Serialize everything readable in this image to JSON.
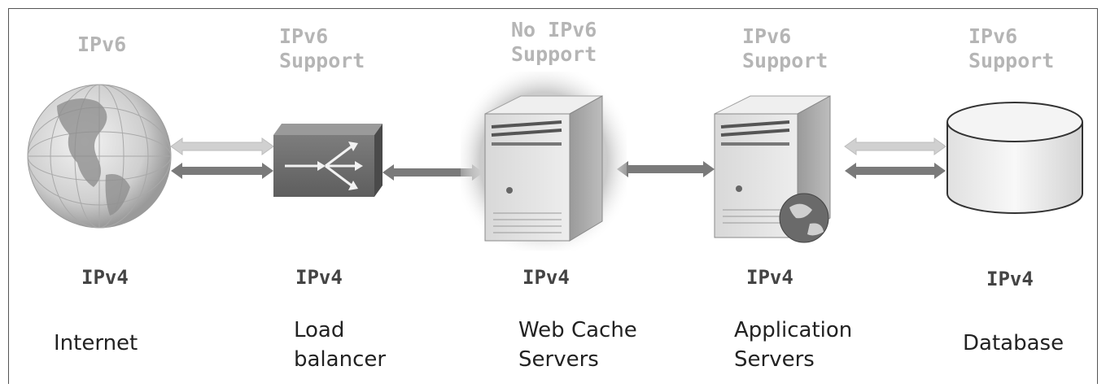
{
  "nodes": [
    {
      "id": "internet",
      "ipv6": "IPv6",
      "ipv4": "IPv4",
      "name": "Internet",
      "icon": "globe-icon"
    },
    {
      "id": "load-balancer",
      "ipv6": "IPv6\nSupport",
      "ipv4": "IPv4",
      "name": "Load\nbalancer",
      "icon": "load-balancer-icon"
    },
    {
      "id": "web-cache",
      "ipv6": "No IPv6\nSupport",
      "ipv4": "IPv4",
      "name": "Web Cache\nServers",
      "icon": "server-icon"
    },
    {
      "id": "app-servers",
      "ipv6": "IPv6\nSupport",
      "ipv4": "IPv4",
      "name": "Application\nServers",
      "icon": "web-server-icon"
    },
    {
      "id": "database",
      "ipv6": "IPv6\nSupport",
      "ipv4": "IPv4",
      "name": "Database",
      "icon": "database-icon"
    }
  ],
  "colors": {
    "ipv6_arrow": "#cfcfcf",
    "ipv4_arrow": "#7a7a7a",
    "ipv6_text": "#b5b5b5",
    "ipv4_text": "#444444"
  }
}
